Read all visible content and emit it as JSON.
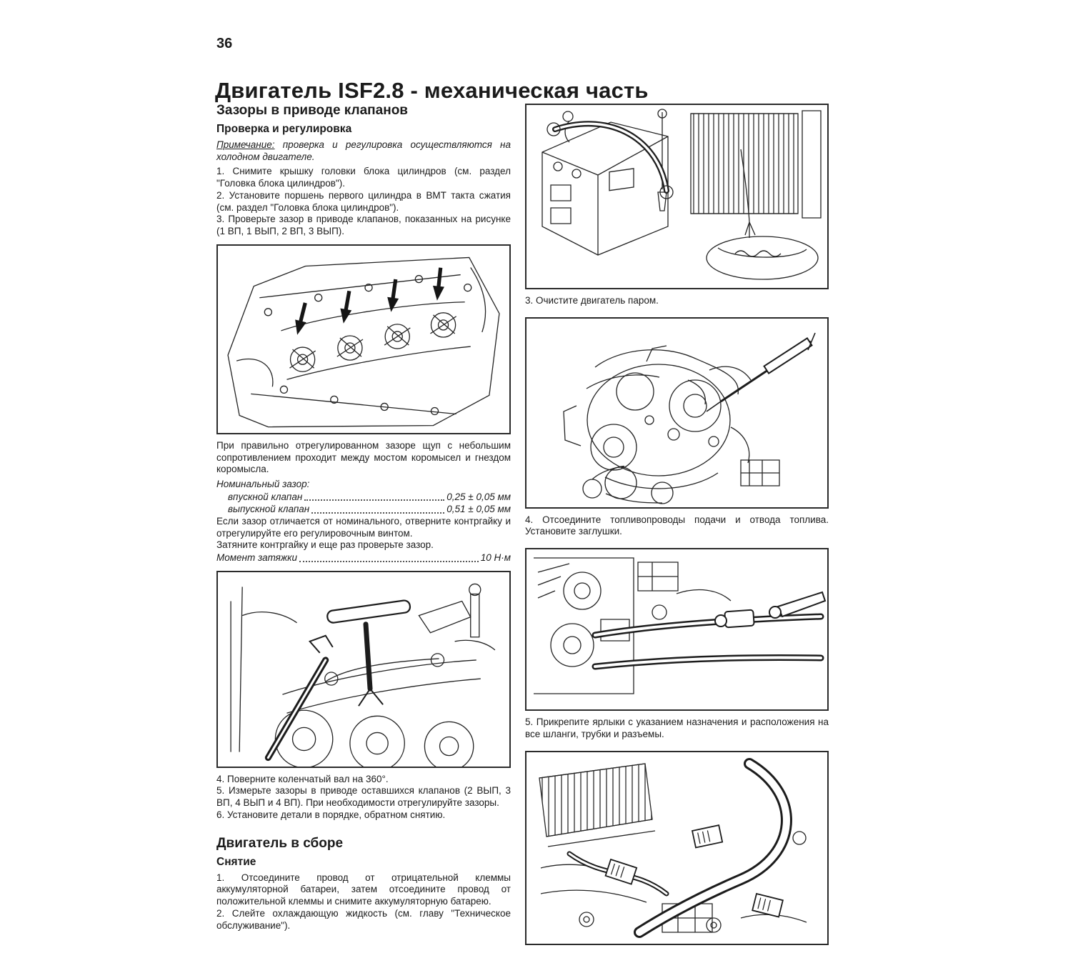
{
  "page": {
    "number": "36",
    "title": "Двигатель ISF2.8 - механическая часть"
  },
  "valve": {
    "heading": "Зазоры в приводе клапанов",
    "subheading": "Проверка и регулировка",
    "note_label": "Примечание:",
    "note_text": " проверка и регулировка осуществляются на холодном двигателе.",
    "step1": "1. Снимите крышку головки блока цилиндров (см. раздел \"Головка блока цилиндров\").",
    "step2": "2. Установите поршень первого цилиндра в ВМТ такта сжатия (см. раздел \"Головка блока цилиндров\").",
    "step3": "3. Проверьте зазор в приводе клапанов, показанных на рисунке (1 ВП, 1 ВЫП, 2 ВП, 3 ВЫП).",
    "para_gap": "При правильно отрегулированном зазоре щуп с небольшим сопротивлением проходит между мостом коромысел и гнездом коромысла.",
    "nominal_label": "Номинальный зазор:",
    "spec_intake_label": "впускной клапан",
    "spec_intake_value": "0,25 ± 0,05 мм",
    "spec_exhaust_label": "выпускной клапан",
    "spec_exhaust_value": "0,51 ± 0,05 мм",
    "para_adjust": "Если зазор отличается от номинального, отверните контргайку и отрегулируйте его регулировочным винтом.",
    "para_tighten": "Затяните контргайку и еще раз проверьте зазор.",
    "torque_label": "Момент затяжки",
    "torque_value": "10 Н·м",
    "step4": "4. Поверните коленчатый вал на 360°.",
    "step5": "5. Измерьте зазоры в приводе оставшихся клапанов (2 ВЫП, 3 ВП, 4 ВЫП и 4 ВП). При необходимости отрегулируйте зазоры.",
    "step6": "6. Установите детали в порядке, обратном снятию."
  },
  "engine": {
    "heading": "Двигатель в сборе",
    "subheading": "Снятие",
    "step1": "1. Отсоедините провод от отрицательной клеммы аккумуляторной батареи, затем отсоедините провод от положительной клеммы и снимите аккумуляторную батарею.",
    "step2": "2. Слейте охлаждающую жидкость (см. главу \"Техническое обслуживание\")."
  },
  "captions": {
    "fig3": "3. Очистите двигатель паром.",
    "fig4": "4. Отсоедините топливопроводы подачи и отвода топлива. Установите заглушки.",
    "fig5": "5. Прикрепите ярлыки с указанием назначения и расположения на все шланги, трубки и разъемы."
  }
}
